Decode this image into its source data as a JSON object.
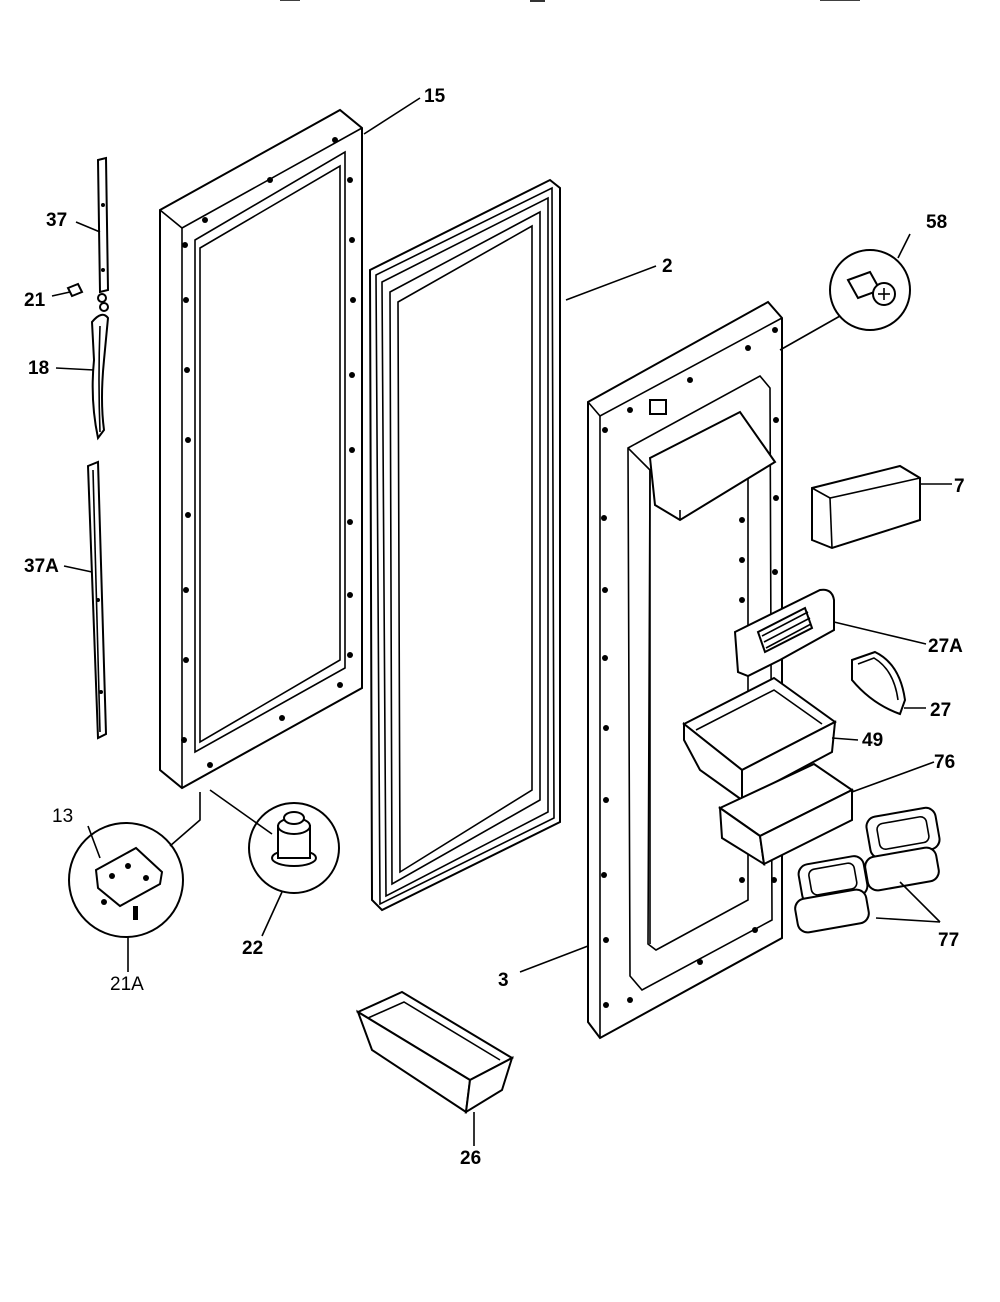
{
  "diagram": {
    "callouts": {
      "c15": "15",
      "c37": "37",
      "c21": "21",
      "c18": "18",
      "c37a": "37A",
      "c13": "13",
      "c21a": "21A",
      "c22": "22",
      "c2": "2",
      "c58": "58",
      "c7": "7",
      "c27a": "27A",
      "c27": "27",
      "c49": "49",
      "c76": "76",
      "c77": "77",
      "c3": "3",
      "c26": "26"
    },
    "line_color": "#000000",
    "background": "#ffffff"
  }
}
